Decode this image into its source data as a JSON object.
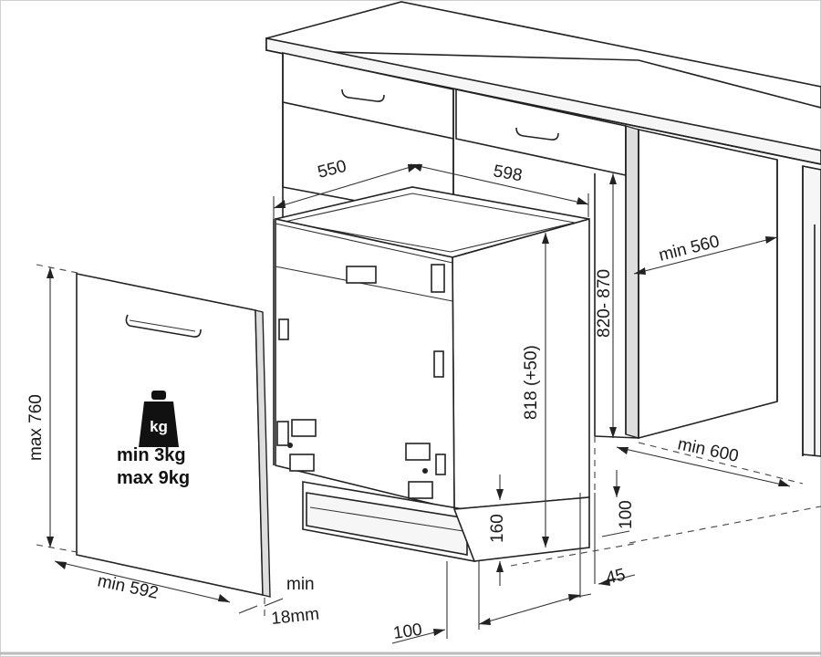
{
  "labels": {
    "depth": "550",
    "width": "598",
    "niche_depth": "min 560",
    "cabinet_height": "820- 870",
    "appliance_height": "818 (+50)",
    "niche_floor_depth": "min 600",
    "door_height": "max 760",
    "door_width": "min 592",
    "door_thickness_min": "min",
    "door_thickness": "18mm",
    "plinth_height": "160",
    "plinth_offset": "100",
    "side_offset": "45",
    "bottom_offset": "100"
  },
  "weight": {
    "icon_label": "kg",
    "min_line": "min  3kg",
    "max_line": "max 9kg"
  }
}
